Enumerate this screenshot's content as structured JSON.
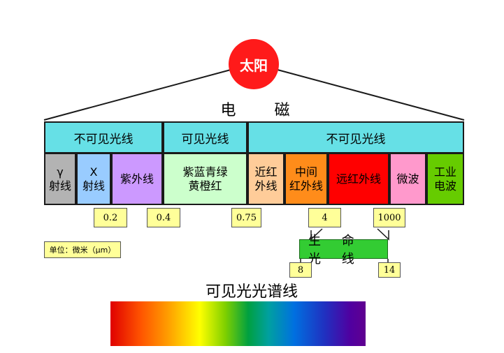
{
  "sun": "太阳",
  "em_wave": "电  磁  波",
  "bands": [
    "不可见光线",
    "可见光线",
    "不可见光线"
  ],
  "cells": [
    {
      "text": "γ\n射线",
      "color": "#b3b3b3"
    },
    {
      "text": "X\n射线",
      "color": "#99ccff"
    },
    {
      "text": "紫外线",
      "color": "#cc99ff"
    },
    {
      "text": "紫蓝青绿\n黄橙红",
      "color": "#ccffcc"
    },
    {
      "text": "近红\n外线",
      "color": "#ffcc99"
    },
    {
      "text": "中间\n红外线",
      "color": "#ff8c1a"
    },
    {
      "text": "远红外线",
      "color": "#ff0000"
    },
    {
      "text": "微波",
      "color": "#ff99cc"
    },
    {
      "text": "工业\n电波",
      "color": "#66cc00"
    }
  ],
  "ticks": [
    "0.2",
    "0.4",
    "0.75",
    "4",
    "1000"
  ],
  "unit_label": "单位：微米（μm）",
  "life_ray": {
    "label": "生 命 光 线",
    "min": "8",
    "max": "14"
  },
  "spectrum_title": "可见光光谱线"
}
